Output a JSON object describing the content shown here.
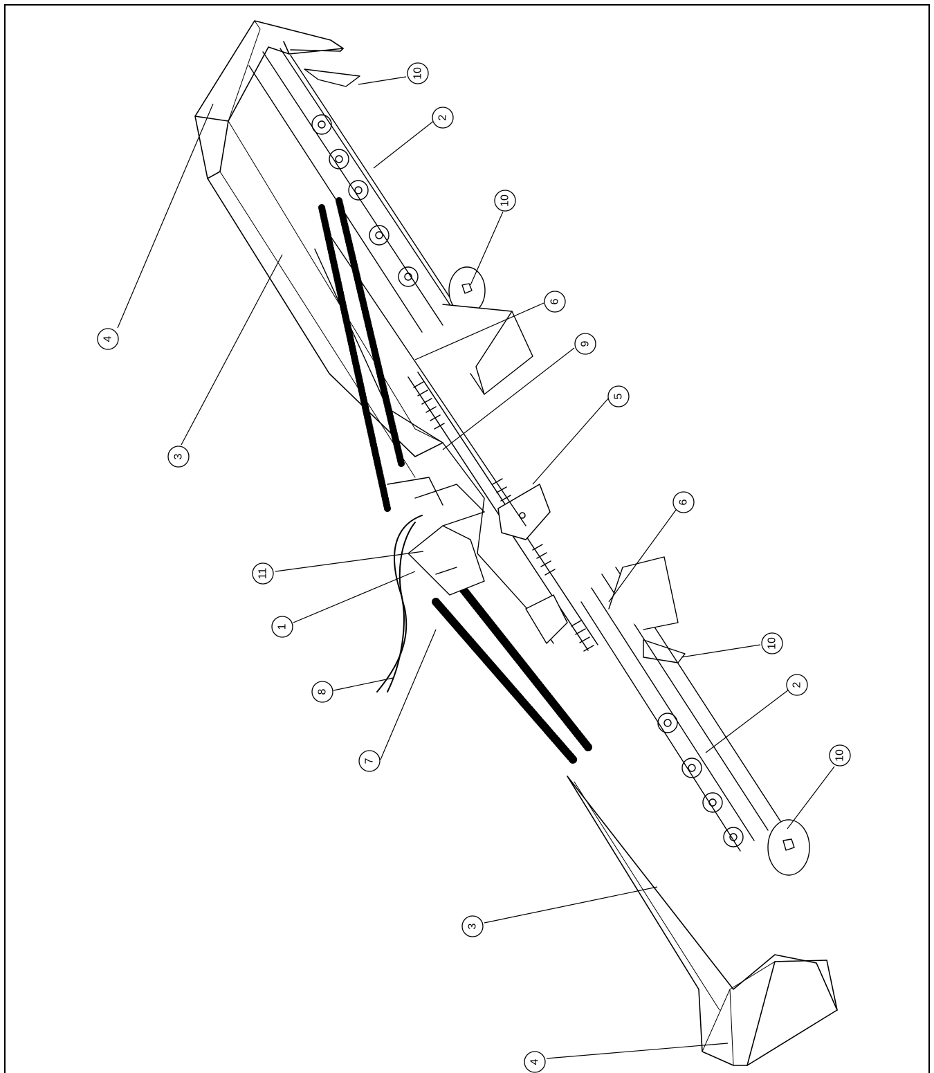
{
  "callouts": [
    {
      "id": "c4a",
      "label": "4"
    },
    {
      "id": "c3a",
      "label": "3"
    },
    {
      "id": "c10a",
      "label": "10"
    },
    {
      "id": "c2a",
      "label": "2"
    },
    {
      "id": "c10b",
      "label": "10"
    },
    {
      "id": "c6a",
      "label": "6"
    },
    {
      "id": "c9",
      "label": "9"
    },
    {
      "id": "c5",
      "label": "5"
    },
    {
      "id": "c11",
      "label": "11"
    },
    {
      "id": "c1",
      "label": "1"
    },
    {
      "id": "c8",
      "label": "8"
    },
    {
      "id": "c7",
      "label": "7"
    },
    {
      "id": "c6b",
      "label": "6"
    },
    {
      "id": "c10c",
      "label": "10"
    },
    {
      "id": "c2b",
      "label": "2"
    },
    {
      "id": "c10d",
      "label": "10"
    },
    {
      "id": "c3b",
      "label": "3"
    },
    {
      "id": "c4b",
      "label": "4"
    }
  ]
}
